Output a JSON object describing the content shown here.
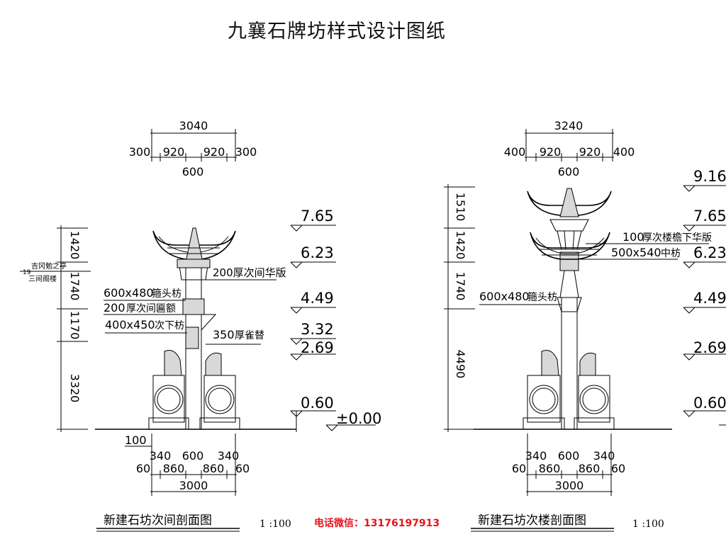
{
  "title": "九襄石牌坊样式设计图纸",
  "contact": "电话微信：13176197913",
  "left_section": {
    "caption": "新建石坊次间剖面图",
    "scale": "1 :100",
    "top_dims": {
      "total": "3040",
      "a": "300",
      "b": "920",
      "c": "920",
      "d": "300",
      "mid": "600"
    },
    "bottom_dims": {
      "a": "340",
      "b": "600",
      "c": "340",
      "e": "60",
      "f": "860",
      "g": "860",
      "h": "60",
      "total": "3000",
      "base": "100"
    },
    "vertical_dims": [
      "1420",
      "1740",
      "1170",
      "3320"
    ],
    "levels": [
      "7.65",
      "6.23",
      "4.49",
      "3.32",
      "2.69",
      "0.60",
      "±0.00"
    ],
    "labels": [
      "200厚次间华版",
      "600x480",
      "箍头枋",
      "200",
      "厚次间匾额",
      "400x450",
      "次下枋",
      "350",
      "厚雀替"
    ],
    "stamp": [
      "吉冈勉之亭",
      "三间阁楼"
    ],
    "stamp_num": "19"
  },
  "right_section": {
    "caption": "新建石坊次楼剖面图",
    "scale": "1 :100",
    "top_dims": {
      "total": "3240",
      "a": "400",
      "b": "920",
      "c": "920",
      "d": "400",
      "mid": "600"
    },
    "bottom_dims": {
      "a": "340",
      "b": "600",
      "c": "340",
      "e": "60",
      "f": "860",
      "g": "860",
      "h": "60",
      "total": "3000"
    },
    "vertical_dims": [
      "1510",
      "1420",
      "1740",
      "4490"
    ],
    "levels": [
      "9.16",
      "7.65",
      "6.23",
      "4.49",
      "2.69",
      "0.60"
    ],
    "labels": [
      "100",
      "厚次楼檐下华版",
      "500x540",
      "中枋",
      "600x480",
      "箍头枋"
    ]
  }
}
